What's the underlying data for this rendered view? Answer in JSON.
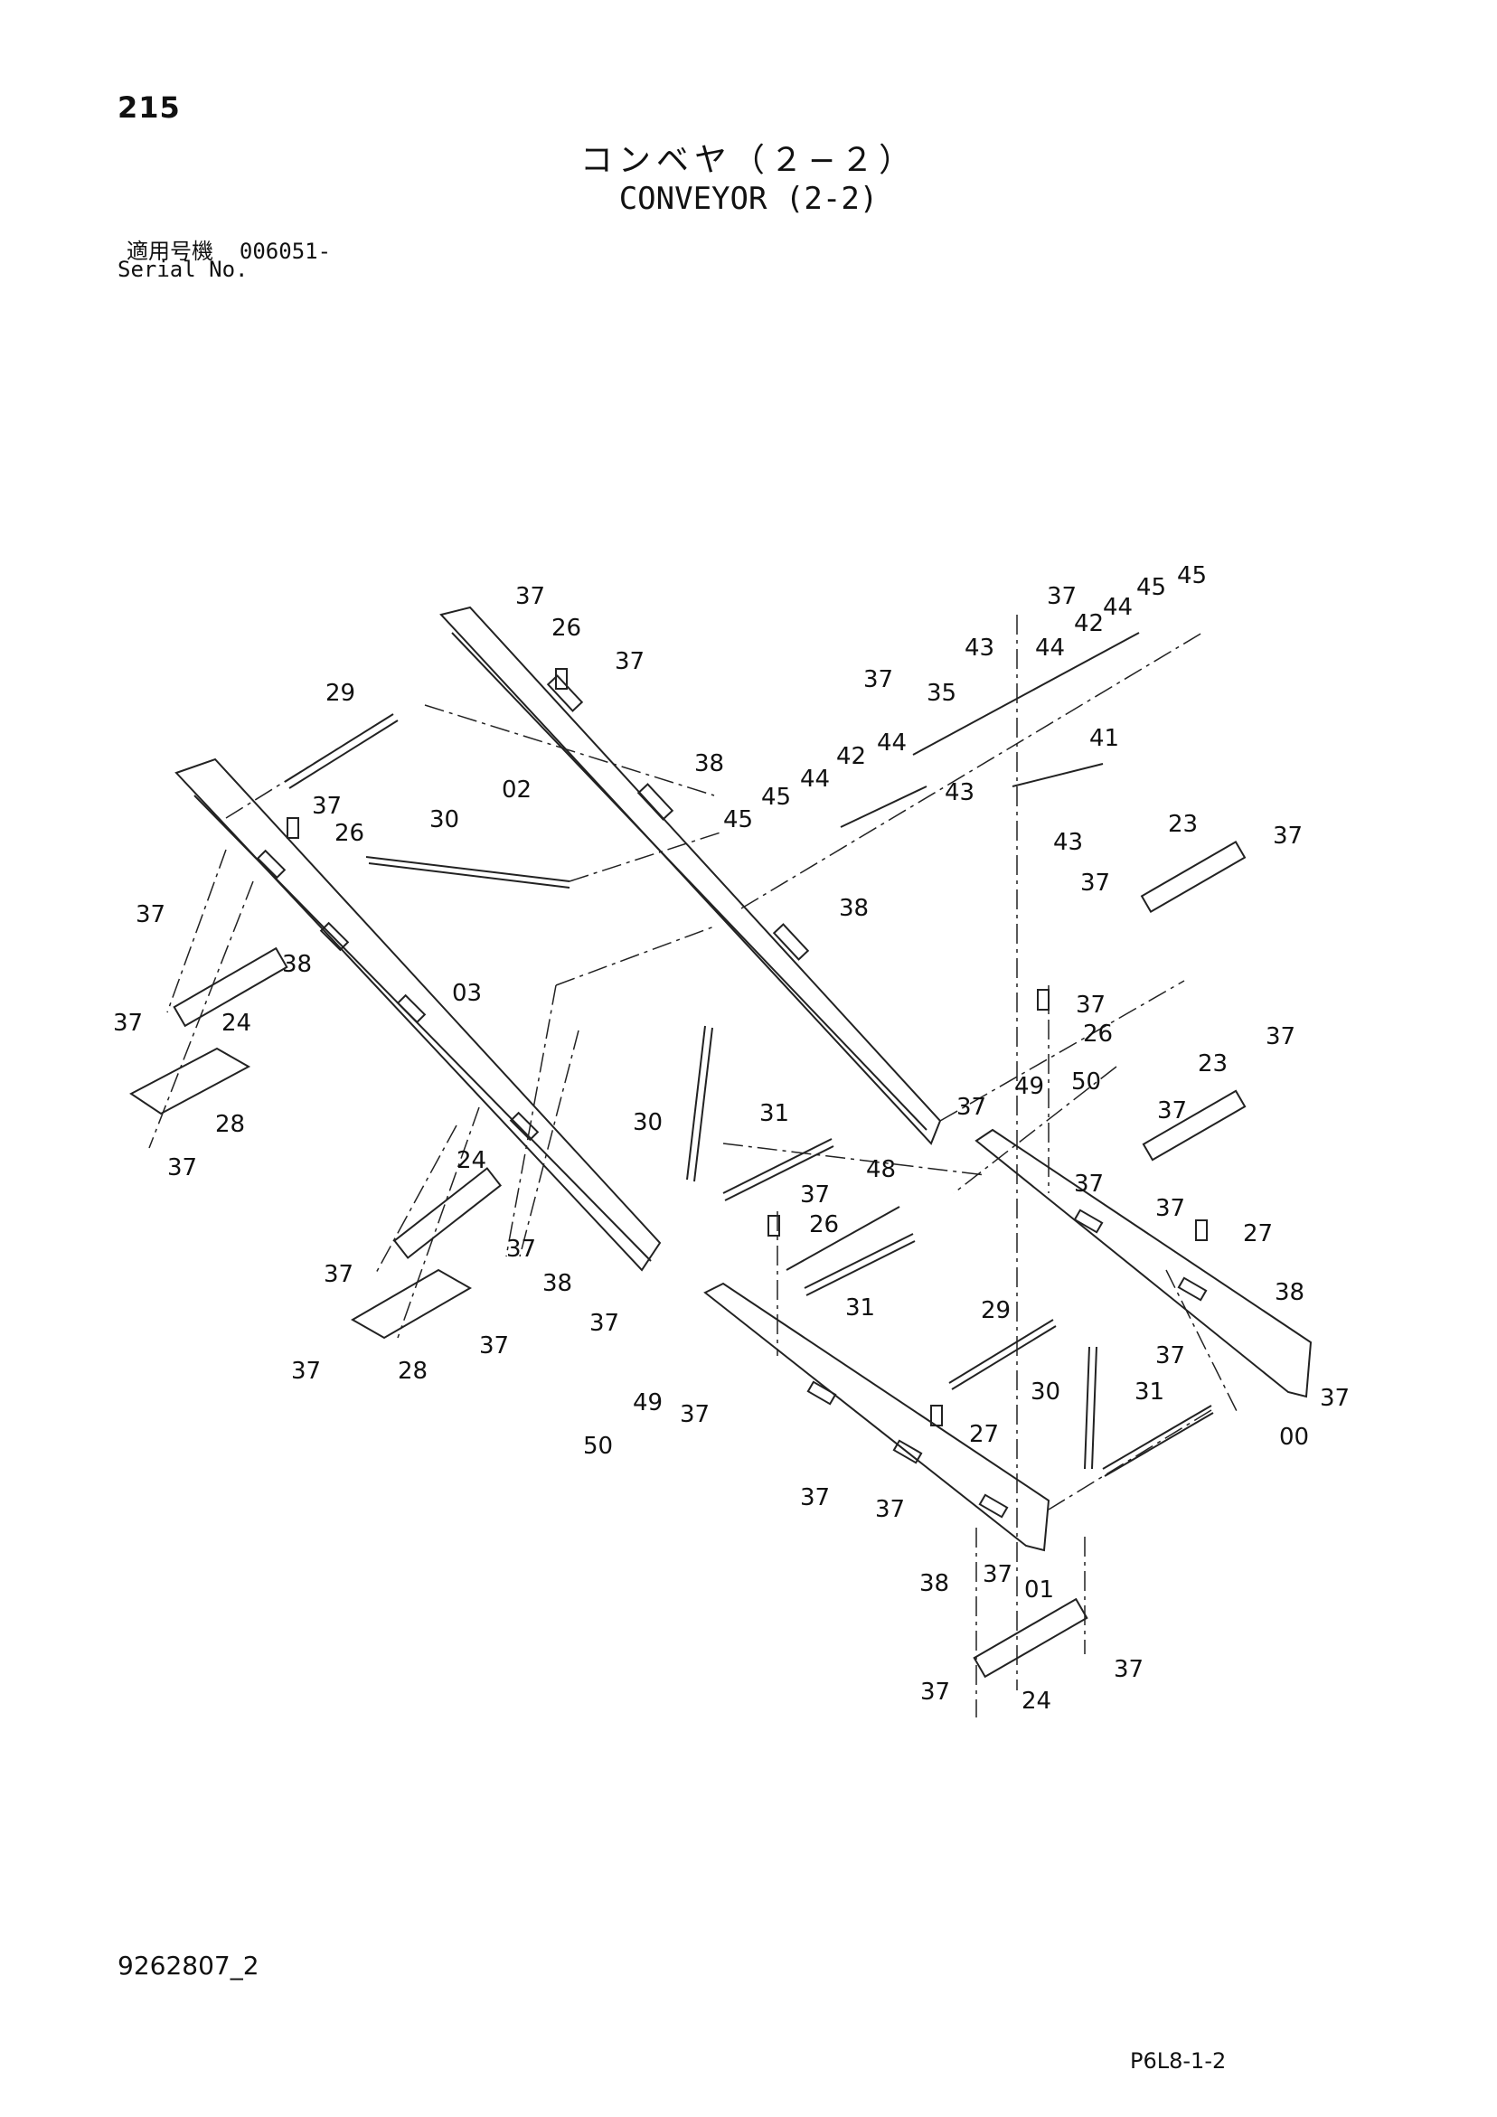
{
  "header": {
    "page_number": "215",
    "title_ja": "コンベヤ（２−２）",
    "title_en": "CONVEYOR (2-2)",
    "serial_label_ja": "適用号機",
    "serial_value": "006051-",
    "serial_label_en": "Serial No."
  },
  "footer": {
    "doc_number": "9262807_2",
    "page_code": "P6L8-1-2"
  },
  "part_numbers": [
    "00",
    "01",
    "02",
    "03",
    "23",
    "24",
    "26",
    "27",
    "28",
    "29",
    "30",
    "31",
    "35",
    "37",
    "38",
    "41",
    "42",
    "43",
    "44",
    "45",
    "48",
    "49",
    "50"
  ]
}
